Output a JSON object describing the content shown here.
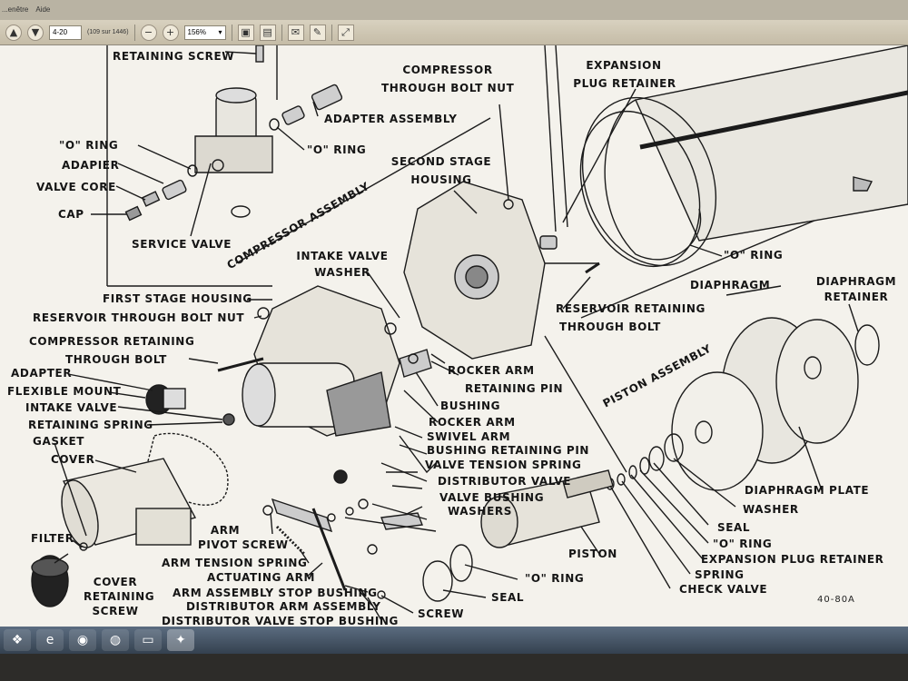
{
  "app": {
    "menu": [
      "...enêtre",
      "Aide"
    ],
    "toolbar": {
      "page_value": "4-20",
      "page_count": "(109 sur 1446)",
      "zoom": "156%"
    }
  },
  "diagram": {
    "labels": {
      "retaining_screw": "RETAINING SCREW",
      "adapter_assembly": "ADAPTER ASSEMBLY",
      "o_ring_top": "\"O\" RING",
      "o_ring_mid": "\"O\" RING",
      "adapter_left": "ADAPIER",
      "valve_core": "VALVE CORE",
      "cap": "CAP",
      "service_valve": "SERVICE VALVE",
      "compressor_assembly": "COMPRESSOR ASSEMBLY",
      "compressor_through_bolt_nut_1": "COMPRESSOR",
      "compressor_through_bolt_nut_2": "THROUGH BOLT NUT",
      "expansion_plug_retainer_1": "EXPANSION",
      "expansion_plug_retainer_2": "PLUG RETAINER",
      "second_stage_housing_1": "SECOND STAGE",
      "second_stage_housing_2": "HOUSING",
      "o_ring_right": "\"O\" RING",
      "intake_valve_washer_1": "INTAKE VALVE",
      "intake_valve_washer_2": "WASHER",
      "first_stage_housing": "FIRST STAGE HOUSING",
      "reservoir_through_bolt_nut": "RESERVOIR THROUGH BOLT NUT",
      "compressor_retaining_through_bolt_1": "COMPRESSOR RETAINING",
      "compressor_retaining_through_bolt_2": "THROUGH BOLT",
      "adapter": "ADAPTER",
      "flexible_mount": "FLEXIBLE MOUNT",
      "intake_valve": "INTAKE VALVE",
      "retaining_spring": "RETAINING SPRING",
      "gasket": "GASKET",
      "cover": "COVER",
      "filter": "FILTER",
      "cover_retaining_screw_1": "COVER",
      "cover_retaining_screw_2": "RETAINING",
      "cover_retaining_screw_3": "SCREW",
      "diaphragm": "DIAPHRAGM",
      "diaphragm_retainer_1": "DIAPHRAGM",
      "diaphragm_retainer_2": "RETAINER",
      "reservoir_retaining_through_bolt_1": "RESERVOIR RETAINING",
      "reservoir_retaining_through_bolt_2": "THROUGH BOLT",
      "piston_assembly": "PISTON ASSEMBLY",
      "rocker_arm_retaining_pin_1": "ROCKER ARM",
      "rocker_arm_retaining_pin_2": "RETAINING PIN",
      "bushing": "BUSHING",
      "rocker_arm": "ROCKER ARM",
      "swivel_arm": "SWIVEL ARM",
      "bushing_retaining_pin": "BUSHING RETAINING PIN",
      "valve_tension_spring": "VALVE TENSION SPRING",
      "distributor_valve": "DISTRIBUTOR VALVE",
      "valve_bushing": "VALVE BUSHING",
      "washers": "WASHERS",
      "diaphragm_plate": "DIAPHRAGM PLATE",
      "washer": "WASHER",
      "seal_right": "SEAL",
      "o_ring_lower_right": "\"O\" RING",
      "expansion_plug_retainer_lower": "EXPANSION PLUG RETAINER",
      "spring": "SPRING",
      "check_valve": "CHECK VALVE",
      "piston": "PISTON",
      "o_ring_bottom": "\"O\" RING",
      "seal_bottom": "SEAL",
      "screw": "SCREW",
      "arm_pivot_screw_1": "ARM",
      "arm_pivot_screw_2": "PIVOT SCREW",
      "arm_tension_spring": "ARM TENSION SPRING",
      "actuating_arm": "ACTUATING ARM",
      "arm_assembly_stop_bushing": "ARM ASSEMBLY STOP BUSHING",
      "distributor_arm_assembly": "DISTRIBUTOR ARM ASSEMBLY",
      "distributor_valve_stop_bushing": "DISTRIBUTOR VALVE STOP BUSHING"
    },
    "figure_number": "40-80A"
  },
  "icons": {
    "prev": "arrow-up-icon",
    "next": "arrow-down-icon",
    "zoom_out": "minus-icon",
    "zoom_in": "plus-icon"
  }
}
